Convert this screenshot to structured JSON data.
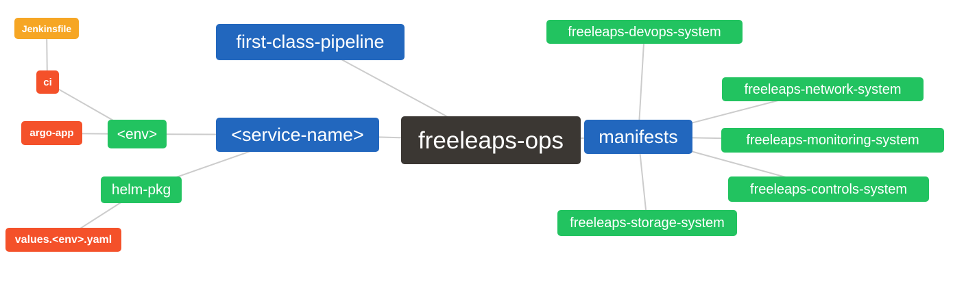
{
  "diagram": {
    "type": "mindmap",
    "root_label": "freeleaps-ops",
    "colors": {
      "root_node": "#3b3733",
      "branch_node": "#2267be",
      "leaf_green": "#22c360",
      "leaf_red": "#f4512a",
      "leaf_orange": "#f6a624",
      "edge": "#cccccc",
      "background": "#ffffff",
      "text": "#ffffff"
    },
    "nodes": [
      {
        "id": "jenkinsfile",
        "label": "Jenkinsfile",
        "color": "#f6a624"
      },
      {
        "id": "ci",
        "label": "ci",
        "color": "#f4512a"
      },
      {
        "id": "argo-app",
        "label": "argo-app",
        "color": "#f4512a"
      },
      {
        "id": "env",
        "label": "<env>",
        "color": "#22c360"
      },
      {
        "id": "helm-pkg",
        "label": "helm-pkg",
        "color": "#22c360"
      },
      {
        "id": "values-env-yaml",
        "label": "values.<env>.yaml",
        "color": "#f4512a"
      },
      {
        "id": "first-class-pipeline",
        "label": "first-class-pipeline",
        "color": "#2267be"
      },
      {
        "id": "service-name",
        "label": "<service-name>",
        "color": "#2267be"
      },
      {
        "id": "freeleaps-ops",
        "label": "freeleaps-ops",
        "color": "#3b3733"
      },
      {
        "id": "manifests",
        "label": "manifests",
        "color": "#2267be"
      },
      {
        "id": "freeleaps-devops-system",
        "label": "freeleaps-devops-system",
        "color": "#22c360"
      },
      {
        "id": "freeleaps-network-system",
        "label": "freeleaps-network-system",
        "color": "#22c360"
      },
      {
        "id": "freeleaps-monitoring-system",
        "label": "freeleaps-monitoring-system",
        "color": "#22c360"
      },
      {
        "id": "freeleaps-controls-system",
        "label": "freeleaps-controls-system",
        "color": "#22c360"
      },
      {
        "id": "freeleaps-storage-system",
        "label": "freeleaps-storage-system",
        "color": "#22c360"
      }
    ],
    "edges": [
      {
        "from": "Jenkinsfile",
        "to": "ci"
      },
      {
        "from": "ci",
        "to": "<env>"
      },
      {
        "from": "argo-app",
        "to": "<env>"
      },
      {
        "from": "<env>",
        "to": "<service-name>"
      },
      {
        "from": "helm-pkg",
        "to": "<service-name>"
      },
      {
        "from": "values.<env>.yaml",
        "to": "helm-pkg"
      },
      {
        "from": "first-class-pipeline",
        "to": "freeleaps-ops"
      },
      {
        "from": "<service-name>",
        "to": "freeleaps-ops"
      },
      {
        "from": "freeleaps-ops",
        "to": "manifests"
      },
      {
        "from": "manifests",
        "to": "freeleaps-devops-system"
      },
      {
        "from": "manifests",
        "to": "freeleaps-network-system"
      },
      {
        "from": "manifests",
        "to": "freeleaps-monitoring-system"
      },
      {
        "from": "manifests",
        "to": "freeleaps-controls-system"
      },
      {
        "from": "manifests",
        "to": "freeleaps-storage-system"
      }
    ]
  }
}
